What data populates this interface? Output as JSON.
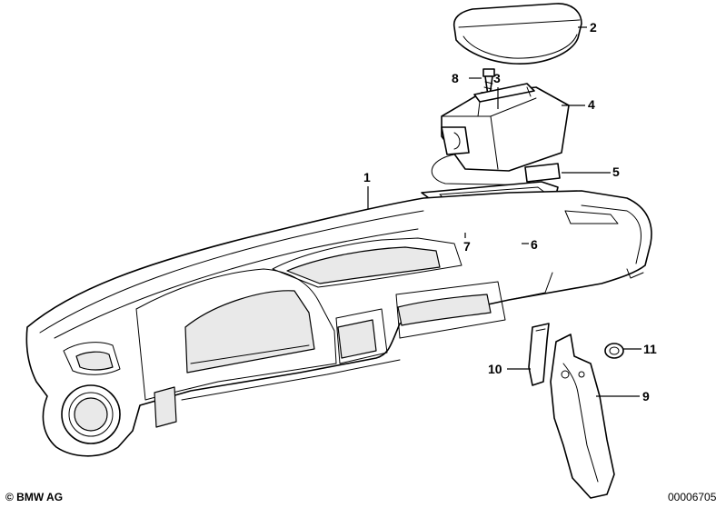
{
  "callouts": {
    "c1": "1",
    "c2": "2",
    "c3": "3",
    "c4": "4",
    "c5": "5",
    "c6": "6",
    "c7": "7",
    "c8": "8",
    "c9": "9",
    "c10": "10",
    "c11": "11"
  },
  "footer": {
    "copyright": "© BMW AG",
    "diagram_id": "00006705"
  },
  "colors": {
    "line": "#000000",
    "background": "#ffffff"
  }
}
